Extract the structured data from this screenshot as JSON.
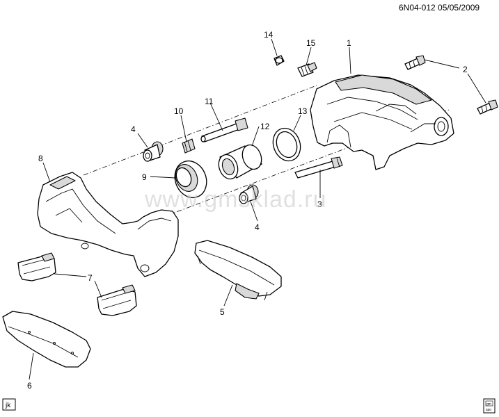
{
  "header": {
    "code": "6N04-012 05/05/2009"
  },
  "watermark": {
    "text": "www.gmsklad.ru"
  },
  "corner_tag": {
    "text": "jk"
  },
  "logo": {
    "line1": "gm",
    "line2": "spo"
  },
  "callouts": {
    "c1": "1",
    "c2": "2",
    "c3": "3",
    "c4a": "4",
    "c4b": "4",
    "c5": "5",
    "c6": "6",
    "c7": "7",
    "c8": "8",
    "c9": "9",
    "c10": "10",
    "c11": "11",
    "c12": "12",
    "c13": "13",
    "c14": "14",
    "c15": "15"
  }
}
